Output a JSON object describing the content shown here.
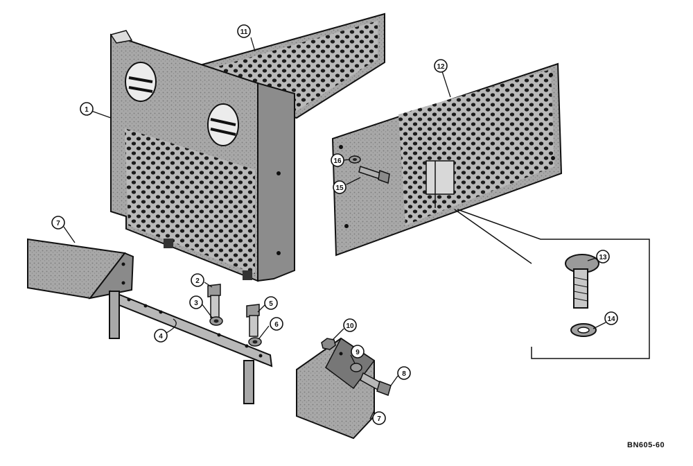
{
  "figure_id": "BN605-60",
  "callouts": {
    "c1": "1",
    "c2": "2",
    "c3": "3",
    "c4": "4",
    "c5": "5",
    "c6": "6",
    "c7a": "7",
    "c7b": "7",
    "c8": "8",
    "c9": "9",
    "c10": "10",
    "c11": "11",
    "c12": "12",
    "c13": "13",
    "c14": "14",
    "c15": "15",
    "c16": "16"
  },
  "colors": {
    "metal_light": "#c8c8c8",
    "metal_mid": "#9e9e9e",
    "metal_dark": "#555555",
    "hole": "#1c1c1c",
    "ink": "#111111"
  }
}
